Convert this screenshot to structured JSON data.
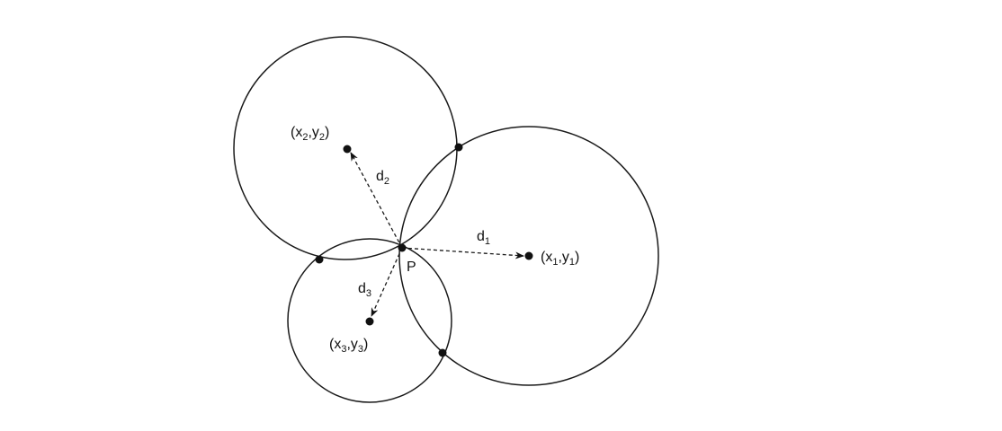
{
  "colors": {
    "stroke": "#1a1a1a",
    "point": "#111111",
    "background": "#ffffff"
  },
  "centers": [
    {
      "id": "c1",
      "label": {
        "main": "(x",
        "sub1": "1",
        "mid": ",y",
        "sub2": "1",
        "end": ")"
      }
    },
    {
      "id": "c2",
      "label": {
        "main": "(x",
        "sub1": "2",
        "mid": ",y",
        "sub2": "2",
        "end": ")"
      }
    },
    {
      "id": "c3",
      "label": {
        "main": "(x",
        "sub1": "3",
        "mid": ",y",
        "sub2": "3",
        "end": ")"
      }
    }
  ],
  "distances": [
    {
      "id": "d1",
      "main": "d",
      "sub": "1"
    },
    {
      "id": "d2",
      "main": "d",
      "sub": "2"
    },
    {
      "id": "d3",
      "main": "d",
      "sub": "3"
    }
  ],
  "point_p": {
    "label": "P"
  }
}
